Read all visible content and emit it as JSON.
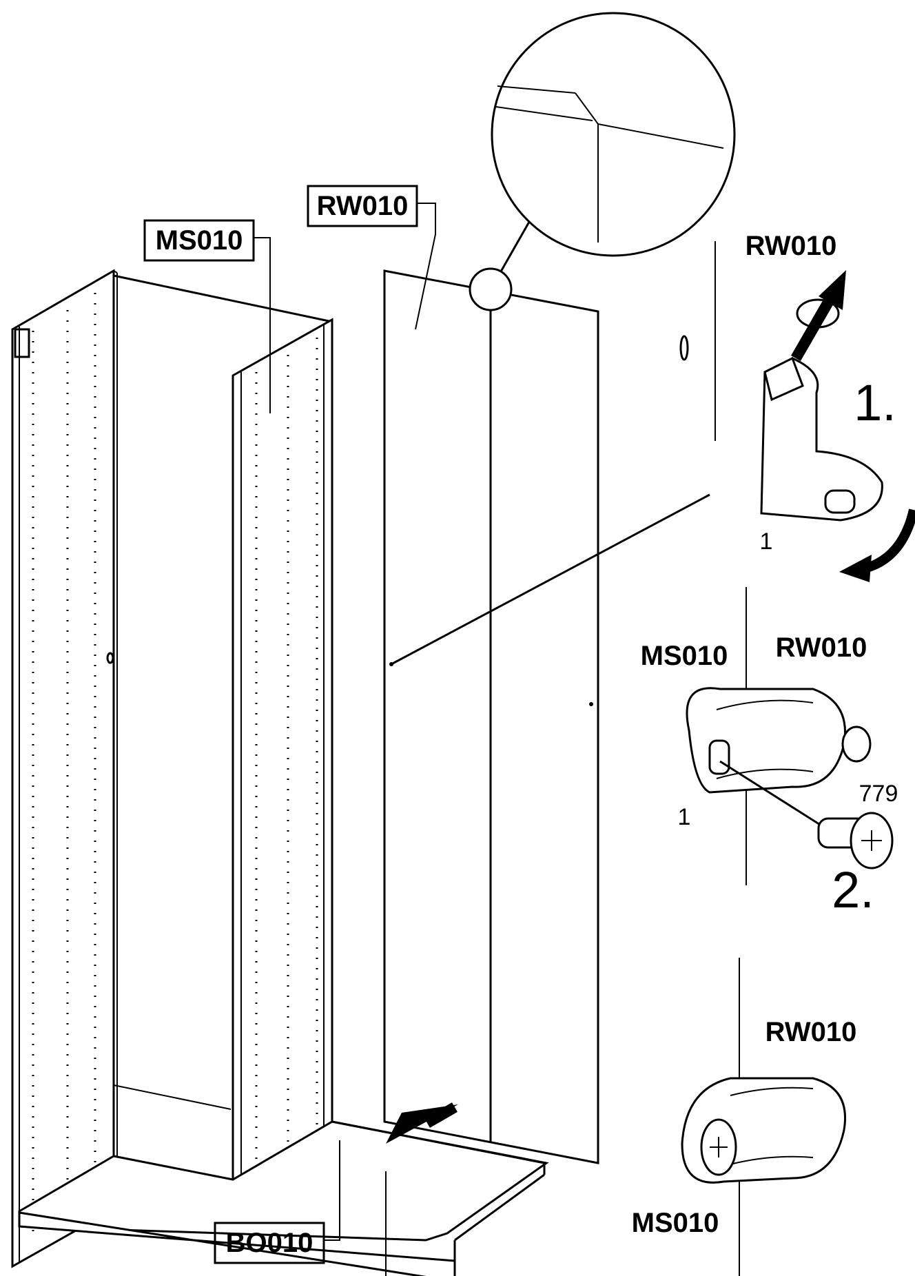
{
  "labels": {
    "panel_back": "RW010",
    "panel_side": "MS010",
    "panel_bottom": "BO010",
    "detail1_part": "RW010",
    "detail2_side": "MS010",
    "detail2_back": "RW010",
    "detail3_back": "RW010",
    "detail3_side": "MS010"
  },
  "quantities": {
    "clip_step1": "1",
    "clip_step2": "1",
    "screw_code": "779"
  },
  "steps": {
    "step1": "1.",
    "step2": "2."
  },
  "icons": [
    "magnifier-circle-icon",
    "arrow-up-right-icon",
    "curved-arrow-icon",
    "arrow-down-left-icon",
    "screw-icon"
  ]
}
